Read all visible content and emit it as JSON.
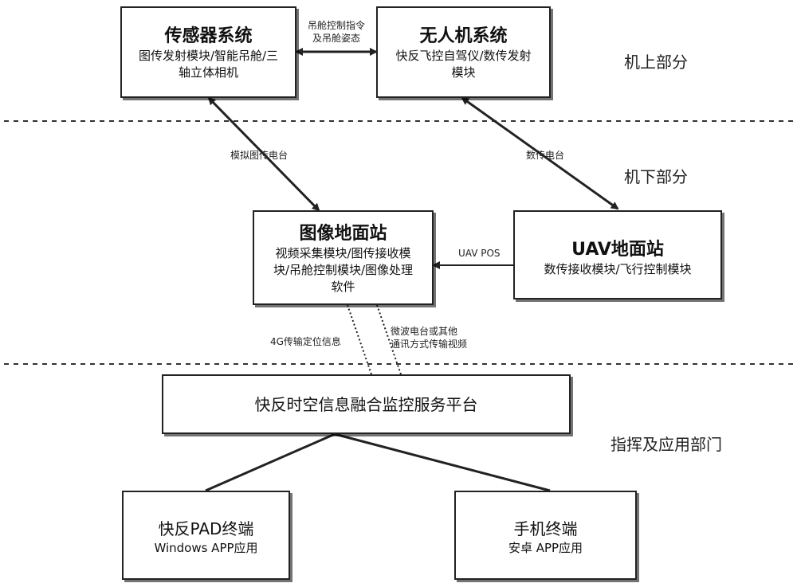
{
  "sections": {
    "onboard": "机上部分",
    "ground": "机下部分",
    "command": "指挥及应用部门"
  },
  "nodes": {
    "sensor": {
      "title": "传感器系统",
      "desc_line1": "图传发射模块/智能吊舱/三",
      "desc_line2": "轴立体相机"
    },
    "uav": {
      "title": "无人机系统",
      "desc_line1": "快反飞控自驾仪/数传发射",
      "desc_line2": "模块"
    },
    "image_station": {
      "title": "图像地面站",
      "desc_line1": "视频采集模块/图传接收模",
      "desc_line2": "块/吊舱控制模块/图像处理",
      "desc_line3": "软件"
    },
    "uav_station": {
      "title": "UAV地面站",
      "desc_line1": "数传接收模块/飞行控制模块"
    },
    "platform": {
      "title": "快反时空信息融合监控服务平台"
    },
    "pad": {
      "title": "快反PAD终端",
      "desc_line1": "Windows APP应用"
    },
    "phone": {
      "title": "手机终端",
      "desc_line1": "安卓 APP应用"
    }
  },
  "edges": {
    "gimbal_cmd_line1": "吊舱控制指令",
    "gimbal_cmd_line2": "及吊舱姿态",
    "analog_video": "模拟图传电台",
    "data_radio": "数传电台",
    "uav_pos": "UAV POS",
    "g4_location": "4G传输定位信息",
    "microwave_line1": "微波电台或其他",
    "microwave_line2": "通讯方式传输视频"
  },
  "colors": {
    "line": "#222222",
    "box_border": "#222222",
    "background": "#ffffff"
  }
}
